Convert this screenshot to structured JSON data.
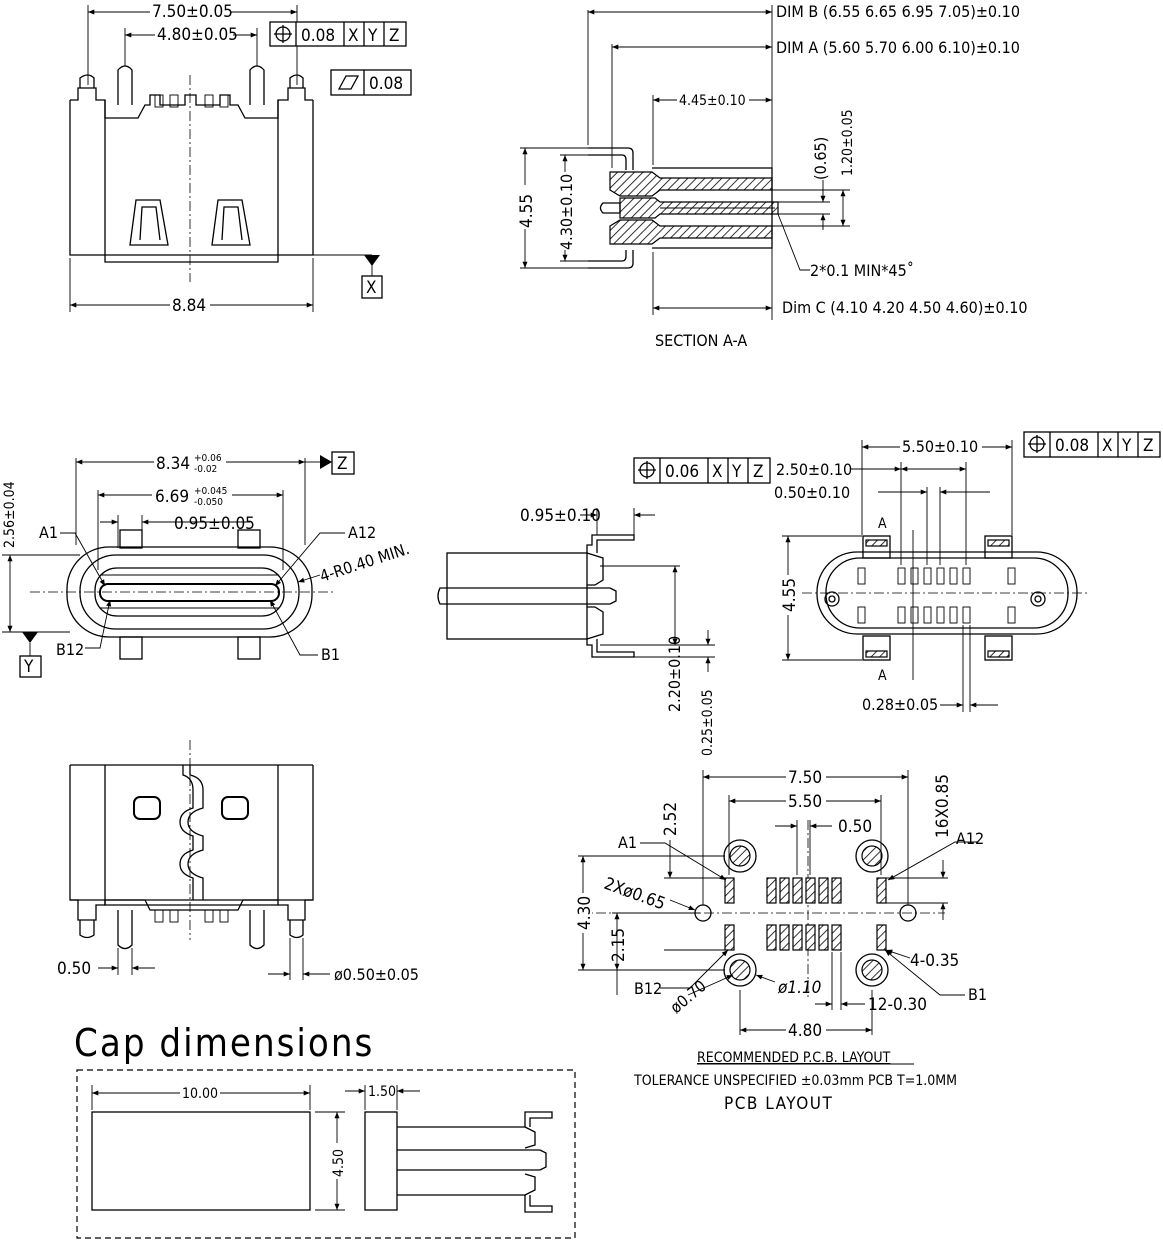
{
  "front_view": {
    "dim_top": "7.50±0.05",
    "dim_inner": "4.80±0.05",
    "position_tolerance": {
      "value": "0.08",
      "datums": [
        "X",
        "Y",
        "Z"
      ]
    },
    "flatness_tolerance": "0.08",
    "dim_width": "8.84",
    "datum": "X"
  },
  "section_view": {
    "dim_b": "DIM B (6.55 6.65 6.95 7.05)±0.10",
    "dim_a": "DIM A (5.60 5.70 6.00 6.10)±0.10",
    "dim_445": "4.45±0.10",
    "dim_065": "(0.65)",
    "dim_120": "1.20±0.05",
    "dim_455": "4.55",
    "dim_430": "4.30±0.10",
    "chamfer": "2*0.1 MIN*45˚",
    "dim_c": "Dim C (4.10 4.20 4.50 4.60)±0.10",
    "caption": "SECTION A-A"
  },
  "mating_face": {
    "dim_834": "8.34",
    "dim_834_tol_upper": "+0.06",
    "dim_834_tol_lower": "-0.02",
    "dim_669": "6.69",
    "dim_669_tol_upper": "+0.045",
    "dim_669_tol_lower": "-0.050",
    "dim_095": "0.95±0.05",
    "dim_256": "2.56±0.04",
    "radius_note": "4-R0.40 MIN.",
    "pin_a1": "A1",
    "pin_a12": "A12",
    "pin_b12": "B12",
    "pin_b1": "B1",
    "datum_z": "Z",
    "datum_y": "Y"
  },
  "side_view": {
    "dim_095": "0.95±0.10",
    "dim_220": "2.20±0.10",
    "dim_025": "0.25±0.05"
  },
  "footprint_view": {
    "dim_550": "5.50±0.10",
    "position_tolerance_1": {
      "value": "0.08",
      "datums": [
        "X",
        "Y",
        "Z"
      ]
    },
    "position_tolerance_2": {
      "value": "0.06",
      "datums": [
        "X",
        "Y",
        "Z"
      ]
    },
    "dim_250": "2.50±0.10",
    "dim_050": "0.50±0.10",
    "dim_455": "4.55",
    "dim_028": "0.28±0.05",
    "section_mark": "A"
  },
  "bottom_view": {
    "dim_050": "0.50",
    "dim_dia": "ø0.50±0.05"
  },
  "pcb_layout": {
    "dim_750": "7.50",
    "dim_550": "5.50",
    "dim_050": "0.50",
    "dim_252": "2.52",
    "dim_16x": "16X0.85",
    "dim_430": "4.30",
    "dim_215": "2.15",
    "dim_2x065": "2Xø0.65",
    "dim_4035": "4-0.35",
    "dim_1230": "12-0.30",
    "dim_480": "4.80",
    "dim_110": "ø1.10",
    "dim_070": "ø0.70",
    "pin_a1": "A1",
    "pin_a12": "A12",
    "pin_b12": "B12",
    "pin_b1": "B1",
    "note_title": "RECOMMENDED  P.C.B. LAYOUT",
    "note_tolerance": "TOLERANCE UNSPECIFIED ±0.03mm PCB T=1.0MM",
    "caption": "PCB LAYOUT"
  },
  "cap_section": {
    "title": "Cap dimensions",
    "dim_1000": "10.00",
    "dim_150": "1.50",
    "dim_450": "4.50"
  }
}
